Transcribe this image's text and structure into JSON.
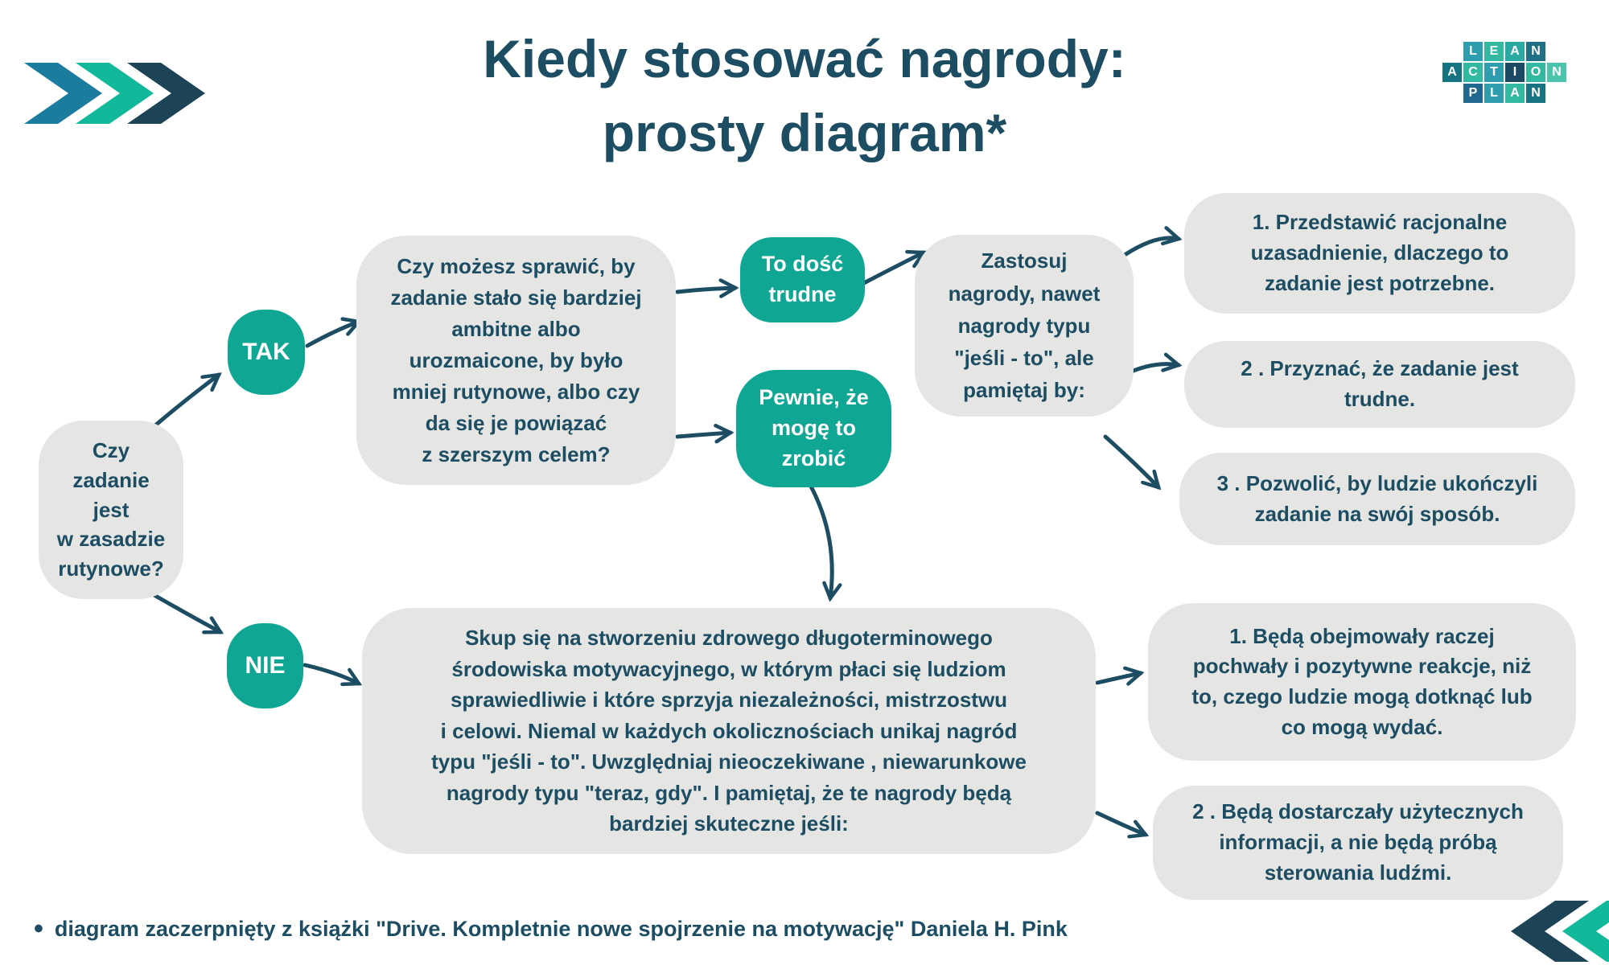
{
  "colors": {
    "ink": "#1C4D62",
    "teal": "#10A694",
    "box_gray": "#E5E5E3",
    "chevron_blue": "#1C7C9E",
    "chevron_green": "#11B89A",
    "chevron_dark": "#1D4356"
  },
  "header": {
    "title_line1": "Kiedy stosować nagrody:",
    "title_line2": "prosty diagram*"
  },
  "logo": {
    "rows": [
      {
        "tiles": [
          {
            "ch": "L",
            "color": "#2E9DAD"
          },
          {
            "ch": "E",
            "color": "#33B9A1"
          },
          {
            "ch": "A",
            "color": "#2AA9A3"
          },
          {
            "ch": "N",
            "color": "#1F6F85"
          }
        ]
      },
      {
        "tiles": [
          {
            "ch": "A",
            "color": "#167381"
          },
          {
            "ch": "C",
            "color": "#33B9A1"
          },
          {
            "ch": "T",
            "color": "#2E9DAD"
          },
          {
            "ch": "I",
            "color": "#1D4A63"
          },
          {
            "ch": "O",
            "color": "#33B9A1"
          },
          {
            "ch": "N",
            "color": "#4CC3AB"
          }
        ]
      },
      {
        "tiles": [
          {
            "ch": "P",
            "color": "#20688E"
          },
          {
            "ch": "L",
            "color": "#2E9DAD"
          },
          {
            "ch": "A",
            "color": "#33B9A1"
          },
          {
            "ch": "N",
            "color": "#167381"
          }
        ]
      }
    ]
  },
  "diagram": {
    "root": "Czy\nzadanie\njest\nw zasadzie\nrutynowe?",
    "yes_label": "TAK",
    "no_label": "NIE",
    "question": "Czy możesz sprawić, by\nzadanie stało się bardziej\nambitne albo\nurozmaicone, by było\nmniej rutynowe, albo czy\nda się je powiązać\nz szerszym celem?",
    "hard": "To dość\ntrudne",
    "can_do": "Pewnie, że\nmogę to\nzrobić",
    "apply": "Zastosuj\nnagrody, nawet\nnagrody typu\n\"jeśli - to\", ale\npamiętaj by:",
    "apply_items": [
      "1. Przedstawić racjonalne\nuzasadnienie, dlaczego to\nzadanie jest potrzebne.",
      "2 . Przyznać, że zadanie jest\ntrudne.",
      "3 . Pozwolić, by ludzie ukończyli\nzadanie na swój sposób."
    ],
    "focus": "Skup się na stworzeniu zdrowego długoterminowego\nśrodowiska motywacyjnego, w którym płaci się ludziom\nsprawiedliwie i które sprzyja niezależności, mistrzostwu\ni celowi. Niemal w każdych okolicznościach unikaj nagród\ntypu \"jeśli - to\". Uwzględniaj nieoczekiwane , niewarunkowe\nnagrody typu \"teraz, gdy\". I pamiętaj, że te nagrody będą\nbardziej skuteczne jeśli:",
    "focus_items": [
      "1. Będą obejmowały raczej\npochwały i pozytywne reakcje, niż\nto, czego ludzie mogą dotknąć lub\nco mogą wydać.",
      "2 . Będą dostarczały użytecznych\ninformacji, a nie będą próbą\nsterowania ludźmi."
    ]
  },
  "footer": {
    "bullet": "•",
    "text": "diagram zaczerpnięty z książki \"Drive. Kompletnie nowe spojrzenie na motywację\" Daniela H. Pink"
  }
}
